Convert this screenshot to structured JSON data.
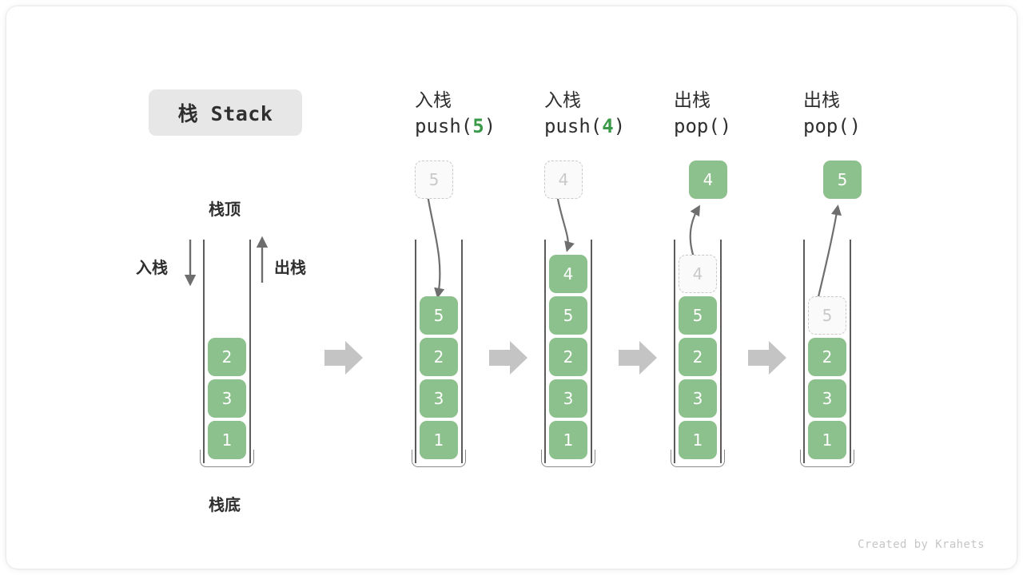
{
  "title": {
    "text": "栈 Stack"
  },
  "labels": {
    "top": "栈顶",
    "bottom": "栈底",
    "push": "入栈",
    "pop": "出栈"
  },
  "credit": "Created by Krahets",
  "colors": {
    "element": "#8cc08c",
    "ghost_border": "#c9c9c9",
    "ghost_fill": "#fafafa",
    "arrow": "#6e6e6e",
    "flow_arrow": "#c4c4c4",
    "pill": "#e7e7e7",
    "text": "#2f2f2f",
    "accent": "#3a9a49"
  },
  "columns": [
    {
      "id": "initial",
      "head_line1": "",
      "head_line2": "",
      "head_arg": "",
      "stack": [
        "2",
        "3",
        "1"
      ],
      "incoming": null,
      "outgoing": null
    },
    {
      "id": "push-5",
      "head_line1": "入栈",
      "head_line2_pre": "push(",
      "head_arg": "5",
      "head_line2_post": ")",
      "stack": [
        "5",
        "2",
        "3",
        "1"
      ],
      "incoming": {
        "value": "5",
        "state": "ghost"
      },
      "outgoing": null
    },
    {
      "id": "push-4",
      "head_line1": "入栈",
      "head_line2_pre": "push(",
      "head_arg": "4",
      "head_line2_post": ")",
      "stack": [
        "4",
        "5",
        "2",
        "3",
        "1"
      ],
      "incoming": {
        "value": "4",
        "state": "ghost"
      },
      "outgoing": null
    },
    {
      "id": "pop-4",
      "head_line1": "出栈",
      "head_line2_pre": "pop(",
      "head_arg": "",
      "head_line2_post": ")",
      "stack": [
        "4",
        "5",
        "2",
        "3",
        "1"
      ],
      "stack_ghost_index": 0,
      "outgoing": {
        "value": "4",
        "state": "filled"
      }
    },
    {
      "id": "pop-5",
      "head_line1": "出栈",
      "head_line2_pre": "pop(",
      "head_arg": "",
      "head_line2_post": ")",
      "stack": [
        "5",
        "2",
        "3",
        "1"
      ],
      "stack_ghost_index": 0,
      "outgoing": {
        "value": "5",
        "state": "filled"
      }
    }
  ],
  "boxes": {
    "c1": {
      "b0": "2",
      "b1": "3",
      "b2": "1"
    },
    "c2": {
      "ghost": "5",
      "b0": "5",
      "b1": "2",
      "b2": "3",
      "b3": "1"
    },
    "c3": {
      "ghost": "4",
      "b0": "4",
      "b1": "5",
      "b2": "2",
      "b3": "3",
      "b4": "1"
    },
    "c4": {
      "out": "4",
      "b0": "4",
      "b1": "5",
      "b2": "2",
      "b3": "3",
      "b4": "1"
    },
    "c5": {
      "out": "5",
      "b0": "5",
      "b1": "2",
      "b2": "3",
      "b3": "1"
    }
  },
  "heads": {
    "h2": {
      "l1": "入栈",
      "pre": "push(",
      "arg": "5",
      "post": ")"
    },
    "h3": {
      "l1": "入栈",
      "pre": "push(",
      "arg": "4",
      "post": ")"
    },
    "h4": {
      "l1": "出栈",
      "pre": "pop(",
      "arg": "",
      "post": ")"
    },
    "h5": {
      "l1": "出栈",
      "pre": "pop(",
      "arg": "",
      "post": ")"
    }
  }
}
